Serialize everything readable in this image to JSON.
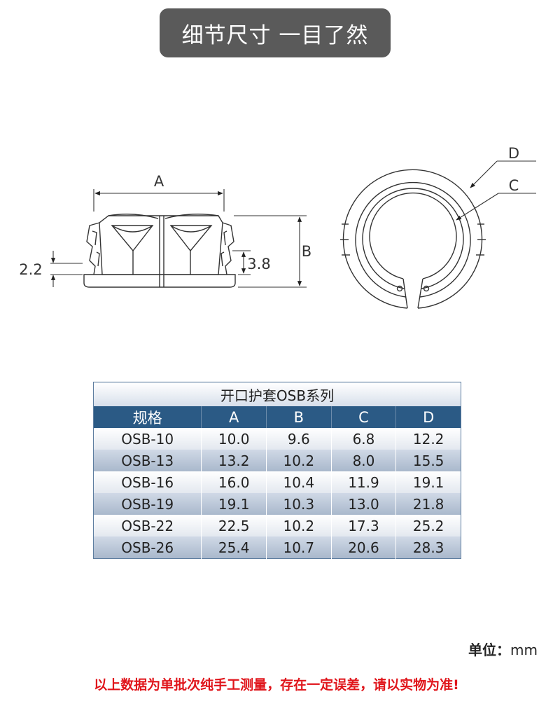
{
  "header": {
    "title": "细节尺寸 一目了然"
  },
  "drawing": {
    "side_view": {
      "dim_a": "A",
      "dim_b": "B",
      "dim_rim": "2.2",
      "dim_body": "3.8"
    },
    "top_view": {
      "dim_d": "D",
      "dim_c": "C"
    }
  },
  "table": {
    "caption": "开口护套OSB系列",
    "columns": [
      "规格",
      "A",
      "B",
      "C",
      "D"
    ],
    "rows": [
      [
        "OSB-10",
        "10.0",
        "9.6",
        "6.8",
        "12.2"
      ],
      [
        "OSB-13",
        "13.2",
        "10.2",
        "8.0",
        "15.5"
      ],
      [
        "OSB-16",
        "16.0",
        "10.4",
        "11.9",
        "19.1"
      ],
      [
        "OSB-19",
        "19.1",
        "10.3",
        "13.0",
        "21.8"
      ],
      [
        "OSB-22",
        "22.5",
        "10.2",
        "17.3",
        "25.2"
      ],
      [
        "OSB-26",
        "25.4",
        "10.7",
        "20.6",
        "28.3"
      ]
    ]
  },
  "footer": {
    "unit_key": "单位：",
    "unit_value": "mm",
    "disclaimer": "以上数据为单批次纯手工测量，存在一定误差，请以实物为准!"
  }
}
